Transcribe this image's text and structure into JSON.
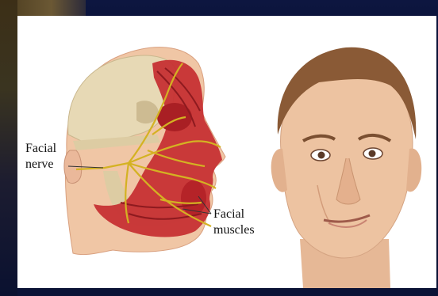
{
  "labels": {
    "facial_nerve": [
      "Facial",
      "nerve"
    ],
    "facial_muscles": [
      "Facial",
      "muscles"
    ]
  },
  "colors": {
    "background": "#050a26",
    "panel": "#ffffff",
    "muscle": "#c0282b",
    "nerve": "#c9a61c",
    "skin": "#e8b99a",
    "hair": "#8a5a36",
    "bone": "#e7d9b5"
  }
}
